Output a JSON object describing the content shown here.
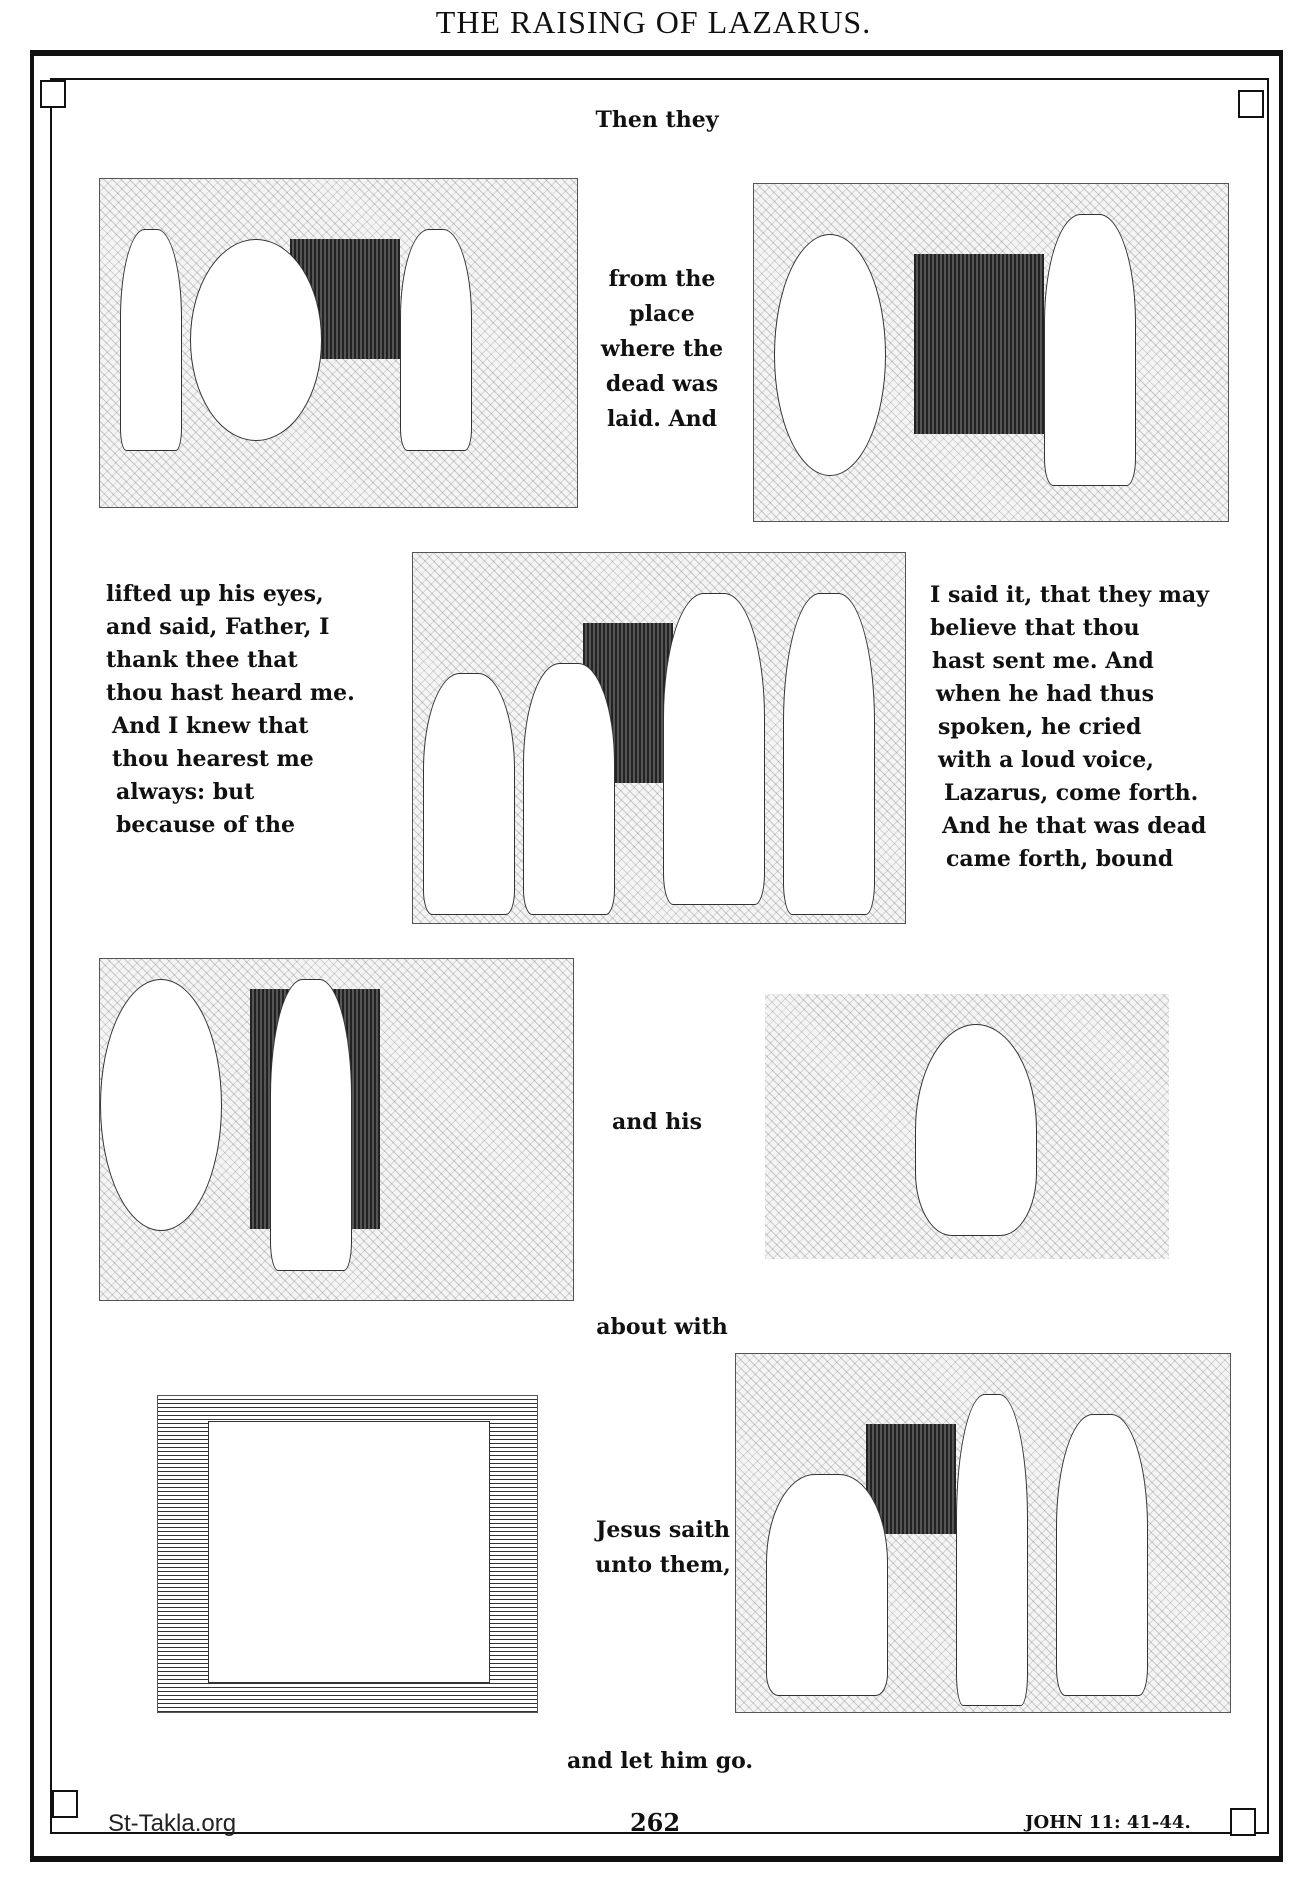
{
  "title": "THE RAISING OF LAZARUS.",
  "text": {
    "line1": "Then they",
    "block2": [
      "from the",
      "place",
      "where the",
      "dead was",
      "laid.   And"
    ],
    "block_left": [
      "lifted up his eyes,",
      "and said, Father, I",
      "thank thee that",
      "thou hast heard me.",
      "And I knew that",
      "thou hearest me",
      "always: but",
      "because of the"
    ],
    "block_right": [
      "I said it, that they may",
      "believe that thou",
      "hast sent me.   And",
      "when he had thus",
      "spoken, he cried",
      "with a loud voice,",
      "Lazarus, come forth.",
      "And he that was dead",
      "came forth, bound"
    ],
    "line_and_his": "and his",
    "line_about_with": "about with",
    "block_jesus": [
      "Jesus saith",
      "unto them,"
    ],
    "line_last": "and let him go."
  },
  "footer": {
    "watermark": "St-Takla.org",
    "page_number": "262",
    "reference": "JOHN 11: 41-44."
  }
}
